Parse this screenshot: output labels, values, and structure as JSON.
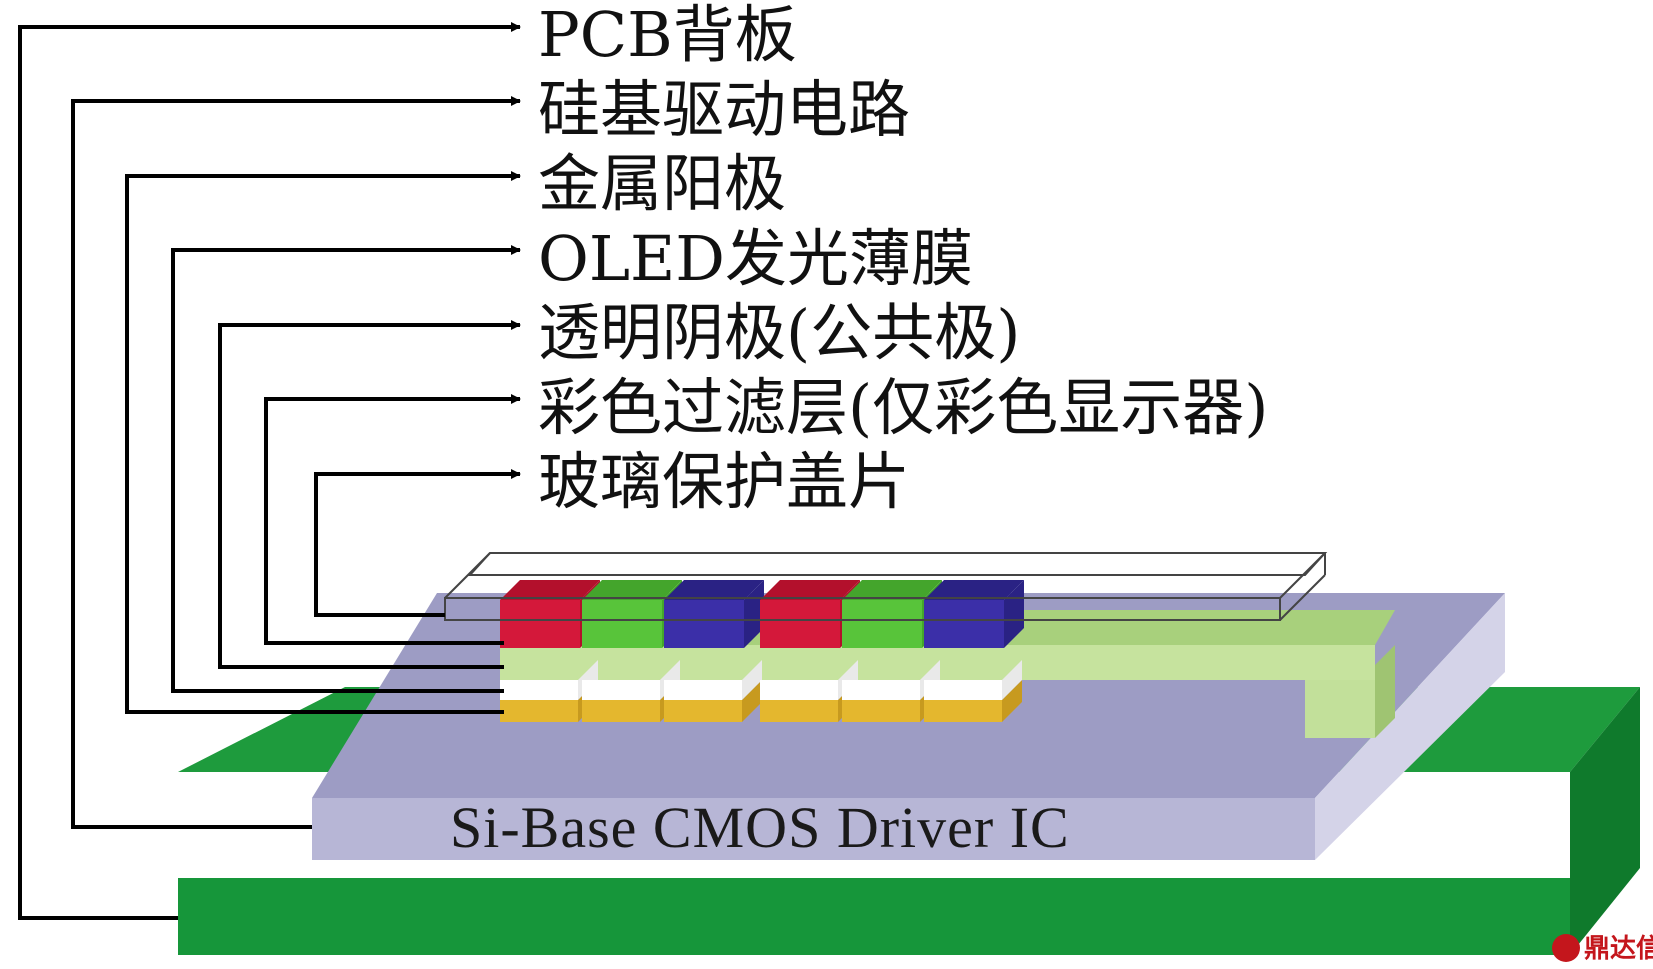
{
  "diagram": {
    "layer_labels": [
      {
        "id": "pcb",
        "text": "PCB背板"
      },
      {
        "id": "cmos",
        "text": "硅基驱动电路"
      },
      {
        "id": "anode",
        "text": "金属阳极"
      },
      {
        "id": "oled",
        "text": "OLED发光薄膜"
      },
      {
        "id": "cathode",
        "text": "透明阴极(公共极)"
      },
      {
        "id": "filter",
        "text": "彩色过滤层(仅彩色显示器)"
      },
      {
        "id": "glass",
        "text": "玻璃保护盖片"
      }
    ],
    "chip_text": "Si-Base CMOS Driver IC",
    "watermark": "鼎达信",
    "colors": {
      "pcb": "#1f9a3c",
      "chip": "#a9a8cd",
      "cathode": "#c2e09a",
      "oled": "#ffffff",
      "anode": "#e4b72e",
      "red": "#d4183a",
      "green": "#58c43a",
      "blue": "#3b2fa8"
    },
    "filter_sequence": [
      "red",
      "green",
      "blue",
      "red",
      "green",
      "blue"
    ]
  }
}
